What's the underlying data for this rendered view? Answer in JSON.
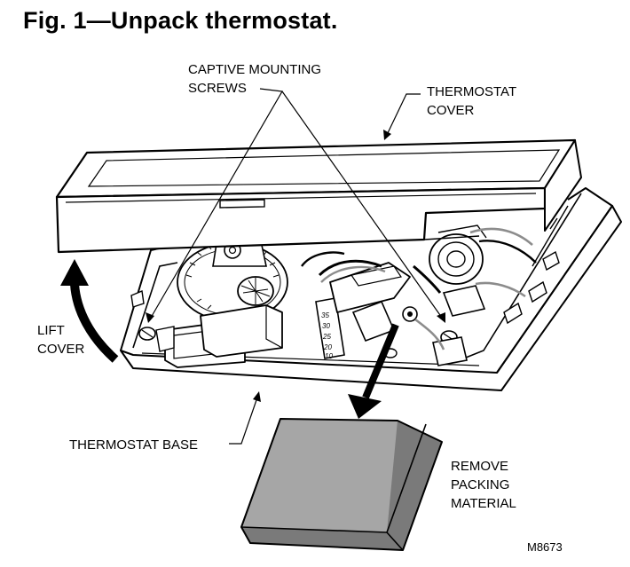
{
  "figure": {
    "title": "Fig. 1—Unpack thermostat.",
    "code": "M8673"
  },
  "labels": {
    "captive_screws": [
      "CAPTIVE MOUNTING",
      "SCREWS"
    ],
    "thermostat_cover": [
      "THERMOSTAT",
      "COVER"
    ],
    "lift_cover": [
      "LIFT",
      "COVER"
    ],
    "thermostat_base": "THERMOSTAT BASE",
    "remove_packing": [
      "REMOVE",
      "PACKING",
      "MATERIAL"
    ]
  },
  "dial_scale": [
    "35",
    "30",
    "25",
    "20",
    "10"
  ],
  "colors": {
    "line": "#000000",
    "packing_fill": "#a6a6a6",
    "packing_dark": "#7a7a7a",
    "wire_gray": "#8c8c8c",
    "surface": "#ffffff"
  }
}
